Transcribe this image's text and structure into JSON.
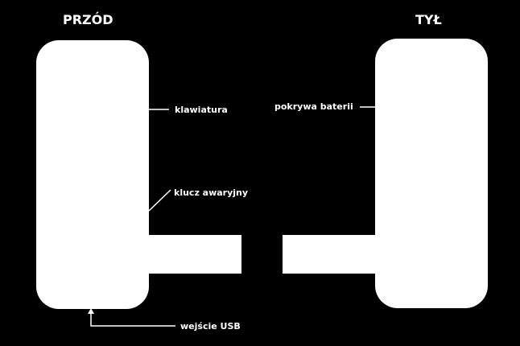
{
  "colors": {
    "background": "#000000",
    "foreground": "#ffffff"
  },
  "front": {
    "title": "PRZÓD",
    "labels": {
      "keypad": "klawiatura",
      "emergency_key": "klucz awaryjny",
      "usb_input": "wejście USB"
    }
  },
  "back": {
    "title": "TYŁ",
    "labels": {
      "battery_cover": "pokrywa baterii"
    }
  }
}
